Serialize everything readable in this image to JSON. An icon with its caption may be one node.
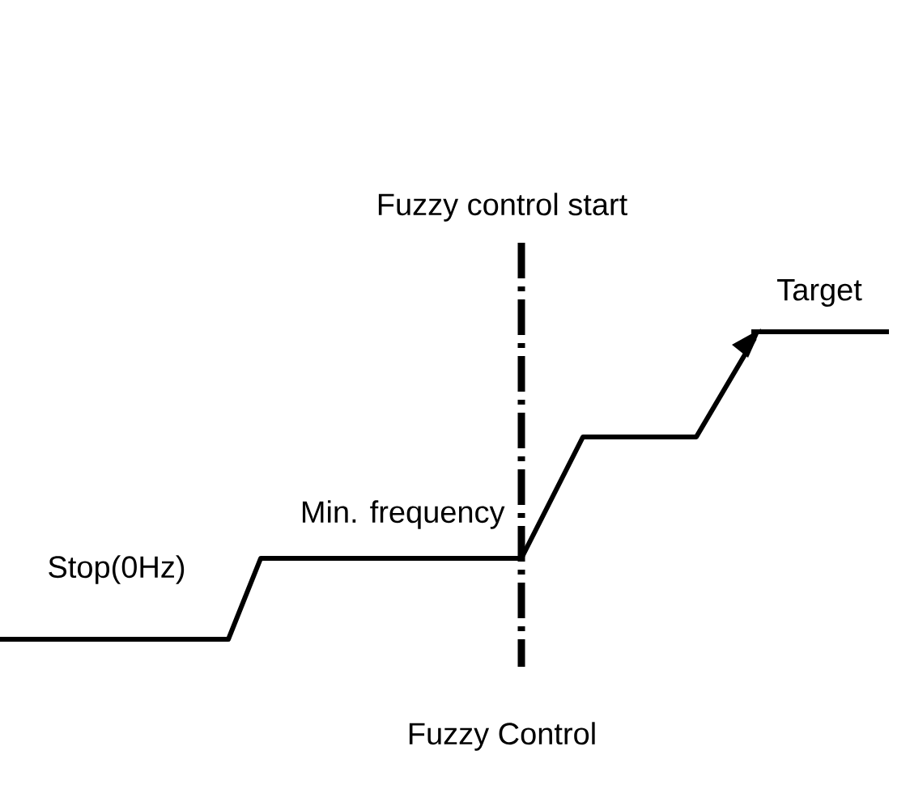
{
  "diagram": {
    "caption": "Fuzzy Control",
    "labels": [
      "Fuzzy control start",
      "Target",
      "Min. frequency",
      "Stop(0Hz)"
    ]
  }
}
